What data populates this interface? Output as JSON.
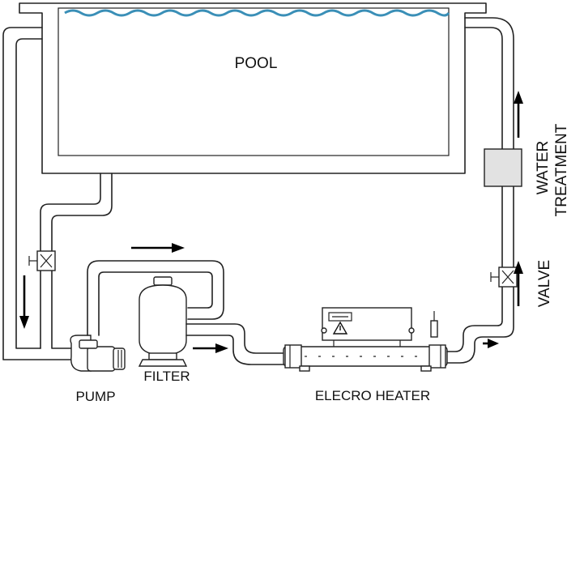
{
  "labels": {
    "pool": "POOL",
    "pump": "PUMP",
    "filter": "FILTER",
    "heater": "ELECRO HEATER",
    "valve": "VALVE",
    "water_treatment_line1": "WATER",
    "water_treatment_line2": "TREATMENT"
  },
  "colors": {
    "water": "#3a8fb7",
    "pipe": "#222222",
    "treatment_box": "#e2e2e2",
    "arrow": "#000000"
  },
  "icons": {
    "heater_warning": "warning-triangle-icon"
  }
}
